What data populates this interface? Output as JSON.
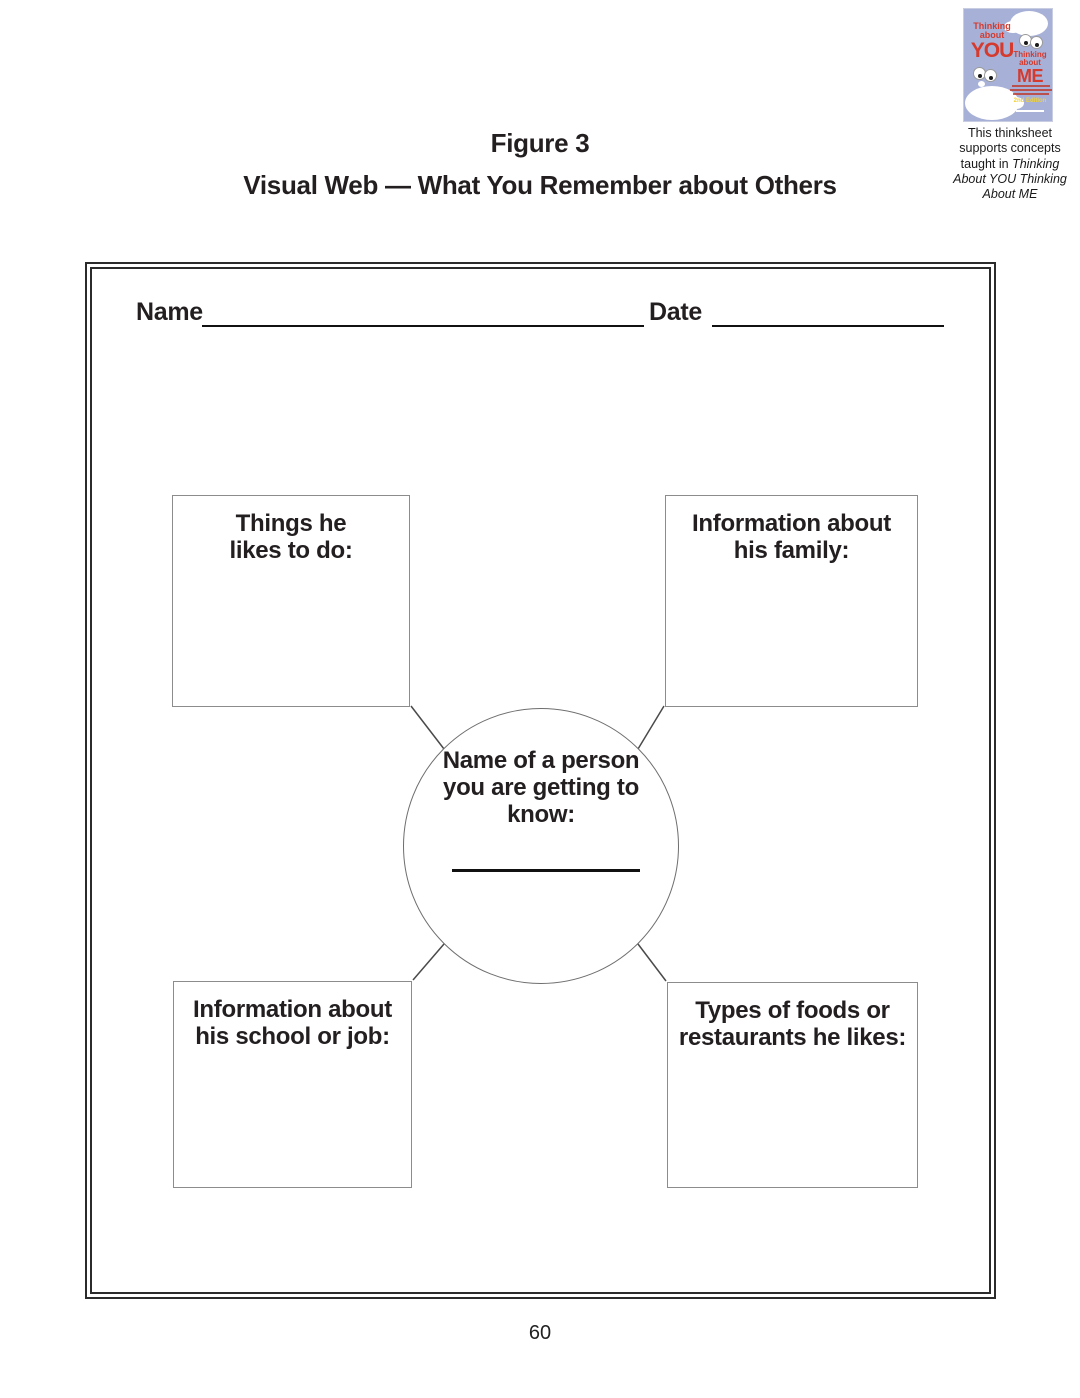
{
  "header": {
    "figure_label": "Figure 3",
    "title": "Visual Web — What You Remember about Others"
  },
  "badge": {
    "cover": {
      "you_prefix_1": "Thinking",
      "you_prefix_2": "about",
      "you": "YOU",
      "me_prefix_1": "Thinking",
      "me_prefix_2": "about",
      "me": "ME",
      "edition": "2nd Edition"
    },
    "caption_prefix": "This thinksheet supports concepts taught in ",
    "caption_book_title": "Thinking About YOU Thinking About ME"
  },
  "form": {
    "name_label": "Name",
    "date_label": "Date"
  },
  "web": {
    "center_label": "Name of a person you are getting to know:",
    "boxes": [
      {
        "position": "top-left",
        "label": "Things he likes to do:"
      },
      {
        "position": "top-right",
        "label": "Information about his family:"
      },
      {
        "position": "bottom-left",
        "label": "Information about his school or job:"
      },
      {
        "position": "bottom-right",
        "label": "Types of foods or restaurants he likes:"
      }
    ]
  },
  "footer": {
    "page_number": "60"
  }
}
